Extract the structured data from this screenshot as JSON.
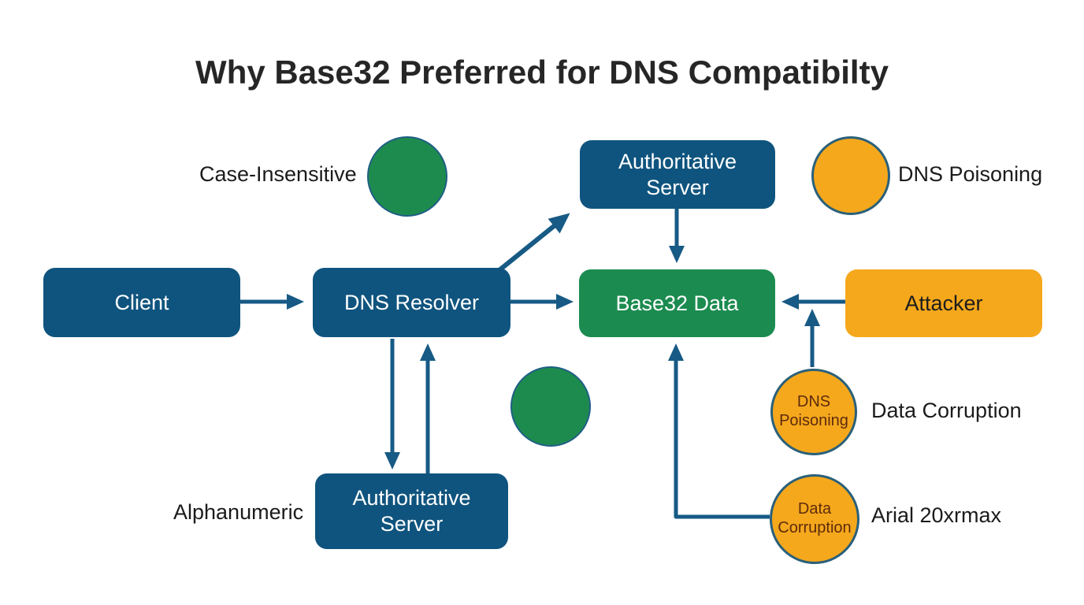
{
  "title": "Why Base32 Preferred for DNS Compatibilty",
  "colors": {
    "box_blue": "#0F547E",
    "box_green": "#1B8B4F",
    "box_orange": "#F5A81C",
    "circle_green": "#1E8B4E",
    "circle_orange": "#F5A81C",
    "circle_border": "#2A607A",
    "arrow_blue": "#175A85",
    "badge_text": "#5E2B0D",
    "label_text": "#1B1B1B"
  },
  "nodes": {
    "client": {
      "label": "Client"
    },
    "dns_resolver": {
      "label": "DNS Resolver"
    },
    "base32_data": {
      "label": "Base32 Data"
    },
    "attacker": {
      "label": "Attacker"
    },
    "auth_server_top": {
      "line1": "Authoritative",
      "line2": "Server"
    },
    "auth_server_bottom": {
      "line1": "Authoritative",
      "line2": "Server"
    }
  },
  "badges": {
    "dns_poisoning_circle": {
      "line1": "DNS",
      "line2": "Poisoning"
    },
    "data_corruption_circle": {
      "line1": "Data",
      "line2": "Corruption"
    }
  },
  "annotations": {
    "case_insensitive": "Case-Insensitive",
    "dns_poisoning": "DNS Poisoning",
    "data_corruption": "Data Corruption",
    "arial_20xrmax": "Arial 20xrmax",
    "alphanumeric": "Alphanumeric"
  },
  "edges": [
    "Client -> DNS Resolver",
    "DNS Resolver -> Base32 Data",
    "DNS Resolver -> Authoritative Server (top)",
    "Authoritative Server (top) -> Base32 Data",
    "DNS Resolver -> Authoritative Server (bottom)",
    "Authoritative Server (bottom) -> DNS Resolver",
    "Attacker -> Base32 Data",
    "DNS Poisoning circle -> Attacker/Base32 arrow",
    "Data Corruption circle -> Base32 Data"
  ]
}
